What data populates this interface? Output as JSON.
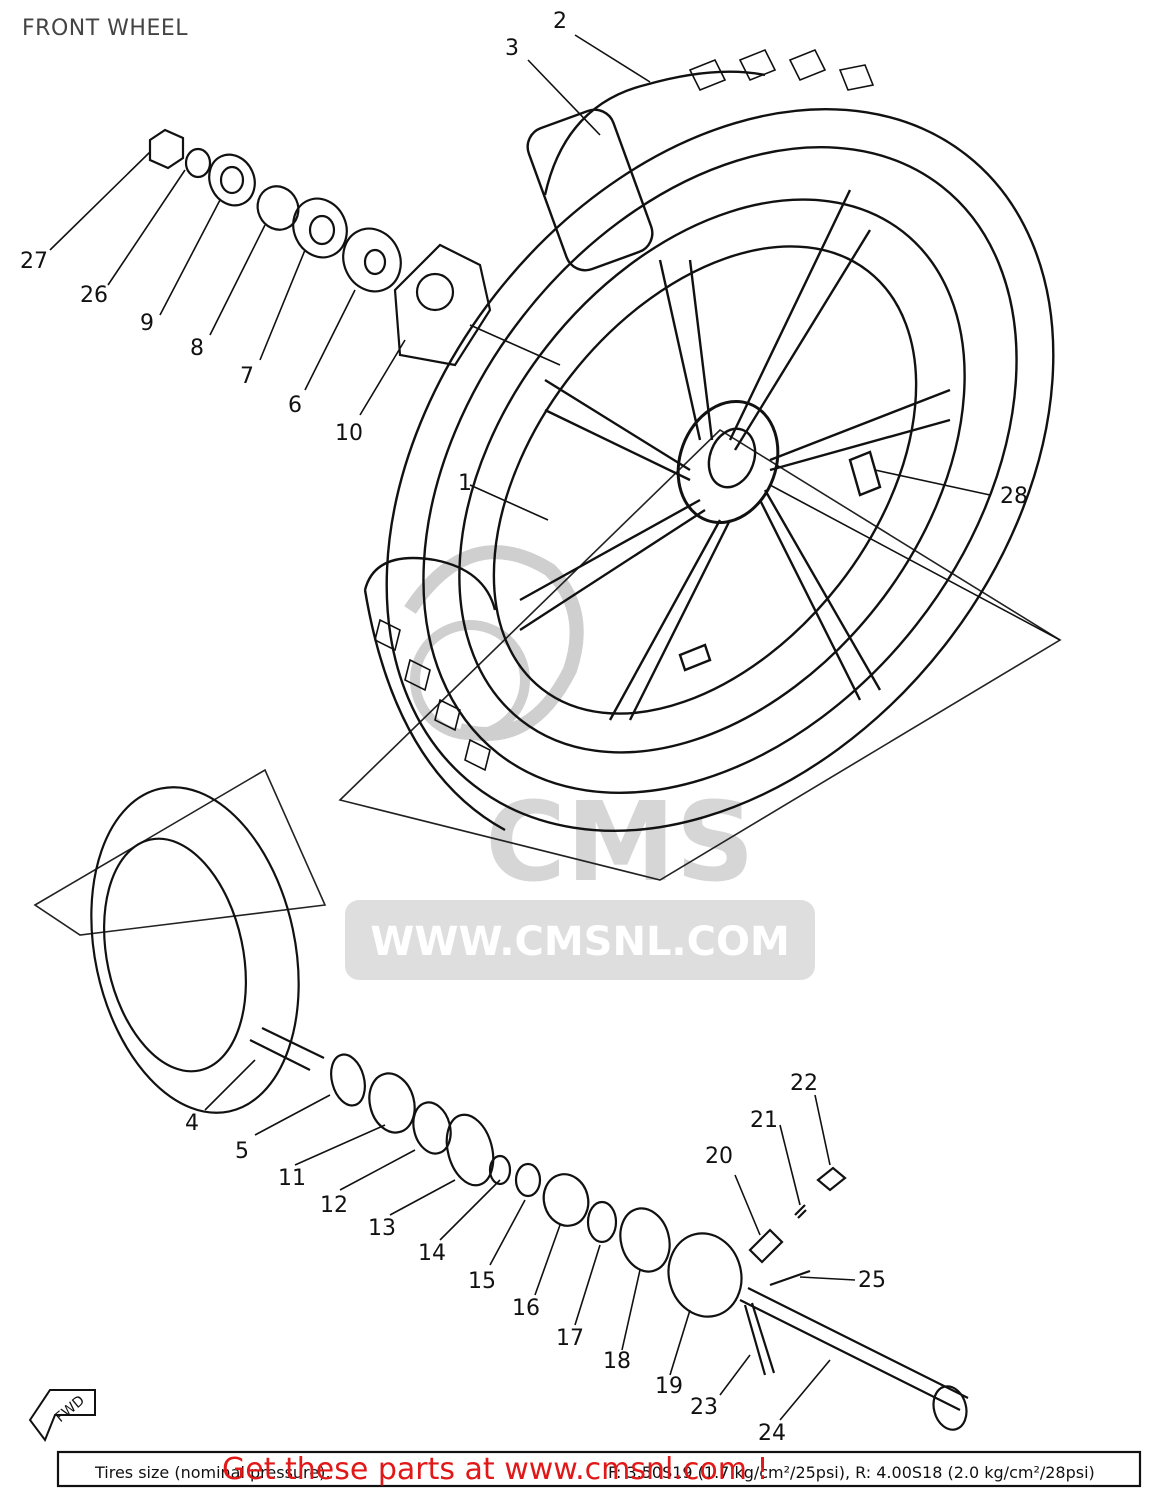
{
  "page": {
    "title": "FRONT WHEEL"
  },
  "callouts": [
    "1",
    "2",
    "3",
    "4",
    "5",
    "6",
    "7",
    "8",
    "9",
    "10",
    "11",
    "12",
    "13",
    "14",
    "15",
    "16",
    "17",
    "18",
    "19",
    "20",
    "21",
    "22",
    "23",
    "24",
    "25",
    "26",
    "27",
    "28"
  ],
  "watermark": {
    "brand": "CMS",
    "url": "WWW.CMSNL.COM"
  },
  "footer": {
    "tires_label": "Tires size (nominal pressure):",
    "tires_spec": "F: 3.50S19 (1.7 kg/cm²/25psi), R: 4.00S18 (2.0 kg/cm²/28psi)"
  },
  "forward_badge": "FWD",
  "promo": {
    "text": "Get these parts at www.cmsnl.com !"
  },
  "colors": {
    "ink": "#111111",
    "watermark": "#c8c8c8",
    "promo": "#e01818"
  }
}
